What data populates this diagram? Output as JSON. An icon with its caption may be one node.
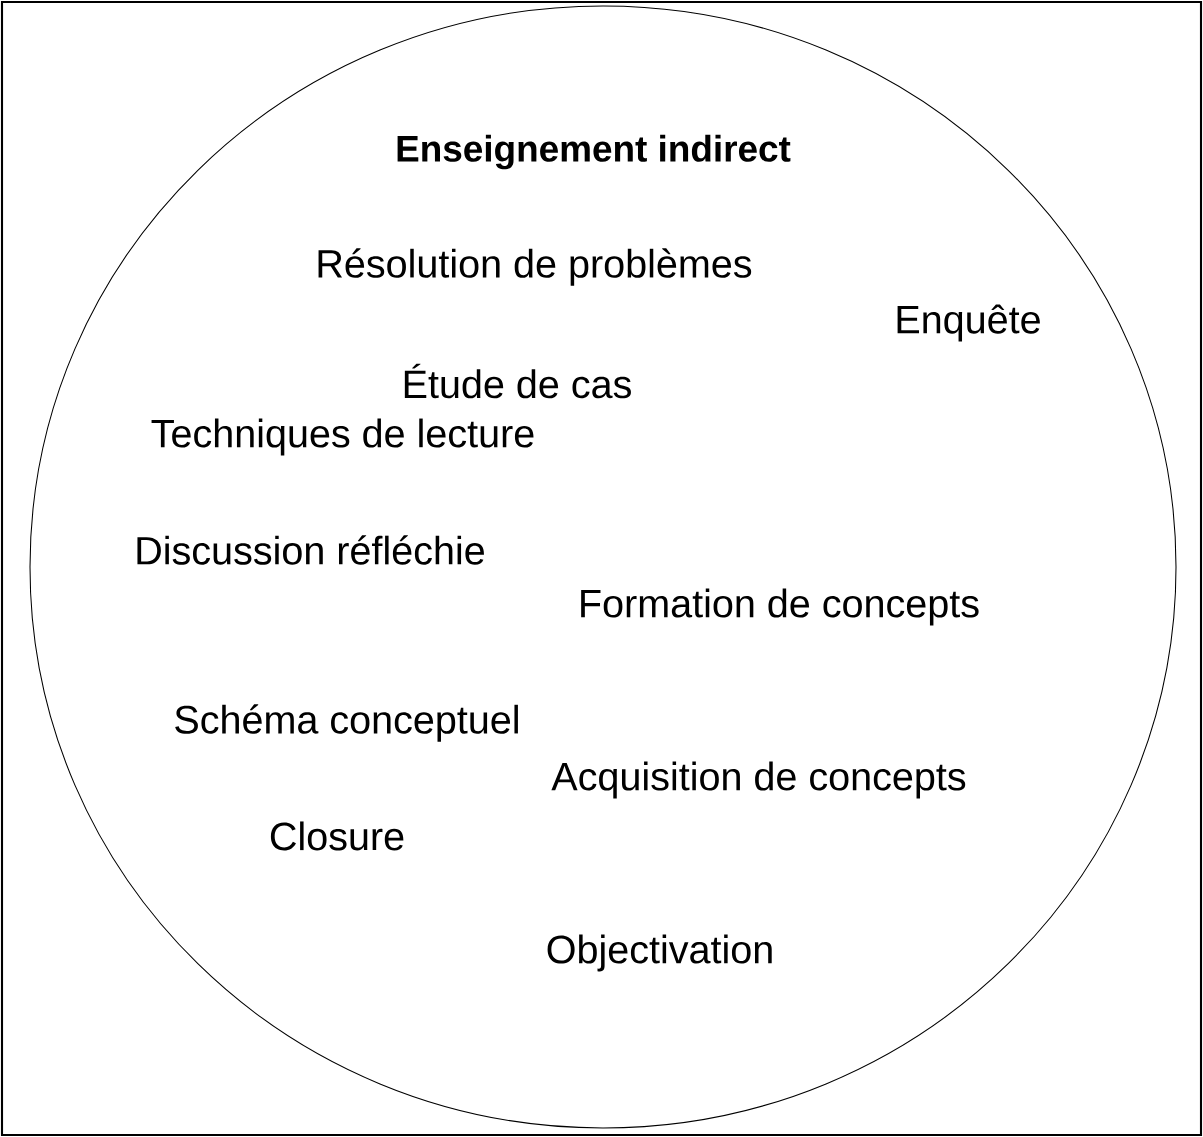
{
  "diagram": {
    "nodes": [
      {
        "text": [
          "Enseignement indirect",
          "Résolution de problèmes",
          "Enquête",
          "Étude de cas",
          "Techniques de lecture",
          "Discussion réfléchie",
          "Formation de concepts",
          "Schéma conceptuel",
          "Acquisition de concepts",
          "Closure",
          "Objectivation"
        ]
      }
    ]
  }
}
